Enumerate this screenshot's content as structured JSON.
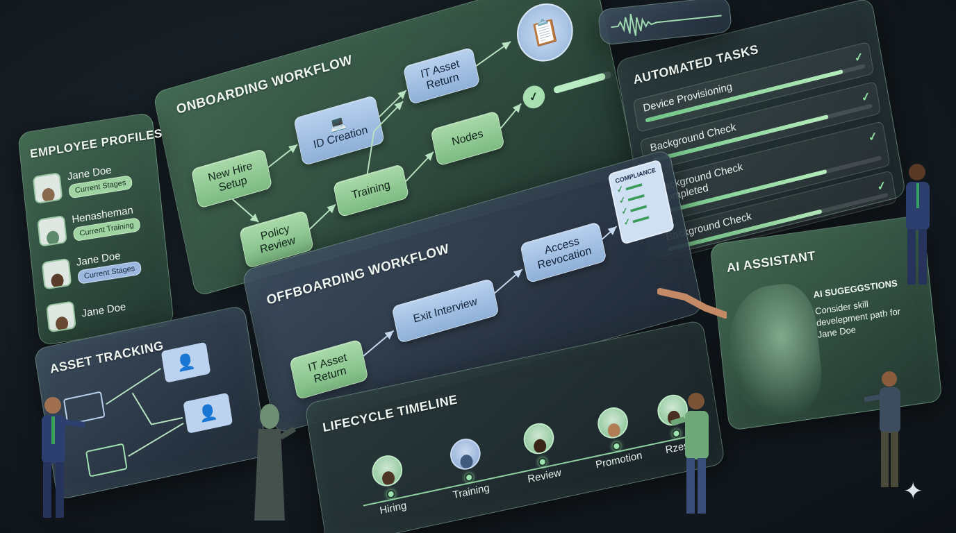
{
  "onboarding": {
    "title": "ONBOARDING WORKFLOW",
    "nodes": {
      "new_hire": "New Hire Setup",
      "id_creation": "ID Creation",
      "it_asset": "IT Asset Return",
      "policy": "Policy Review",
      "training": "Training",
      "nodes": "Nodes"
    }
  },
  "employee_profiles": {
    "title": "EMPLOYEE PROFILES",
    "items": [
      {
        "name": "Jane Doe",
        "stage": "Current Stages"
      },
      {
        "name": "Henasheman",
        "stage": "Current Training"
      },
      {
        "name": "Jane Doe",
        "stage": "Current Stages"
      },
      {
        "name": "Jane Doe",
        "stage": ""
      }
    ]
  },
  "automated_tasks": {
    "title": "AUTOMATED TASKS",
    "items": [
      {
        "label": "Device Provisioning",
        "progress": 0.9
      },
      {
        "label": "Background Check",
        "progress": 0.8
      },
      {
        "label": "Background Check Completed",
        "progress": 0.75
      },
      {
        "label": "Background Check",
        "progress": 0.7
      }
    ]
  },
  "offboarding": {
    "title": "OFFBOARDING WORKFLOW",
    "nodes": {
      "it_asset": "IT Asset Return",
      "exit_interview": "Exit Interview",
      "access_revocation": "Access Revocation"
    },
    "clipboard_label": "COMPLIANCE"
  },
  "asset_tracking": {
    "title": "ASSET TRACKING"
  },
  "ai_assistant": {
    "title": "AI ASSISTANT",
    "suggestions_title": "AI SUGEGGSTIONS",
    "suggestion": "Consider skill develepment path for Jane Doe"
  },
  "timeline": {
    "title": "LIFECYCLE TIMELINE",
    "stops": [
      {
        "label": "Hiring"
      },
      {
        "label": "Training"
      },
      {
        "label": "Review"
      },
      {
        "label": "Promotion"
      },
      {
        "label": "Rzest"
      }
    ]
  },
  "colors": {
    "accent_green": "#7dbb83",
    "accent_blue": "#8fb0d8",
    "background": "#141b21"
  }
}
